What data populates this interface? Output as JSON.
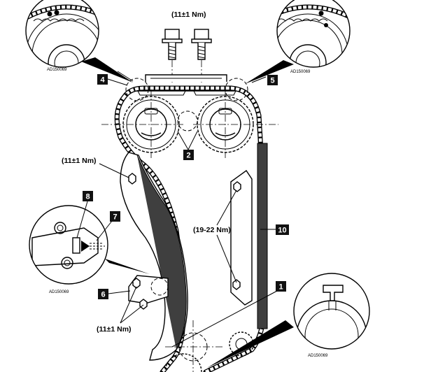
{
  "torque_labels": {
    "camshaft_bolts": "(11±1 Nm)",
    "tensioner_pivot": "(11±1 Nm)",
    "guide_bolts": "(19-22 Nm)",
    "tensioner_bolts": "(11±1 Nm)"
  },
  "callouts": {
    "c1": "1",
    "c2": "2",
    "c4": "4",
    "c5": "5",
    "c6": "6",
    "c7": "7",
    "c8": "8",
    "c10": "10"
  },
  "detail_codes": {
    "top_left": "AD150069",
    "top_right": "AD150069",
    "left": "AD150069",
    "bottom_right": "AD150069"
  },
  "colors": {
    "line": "#000000",
    "callout_fill": "#111111",
    "background": "#ffffff"
  }
}
